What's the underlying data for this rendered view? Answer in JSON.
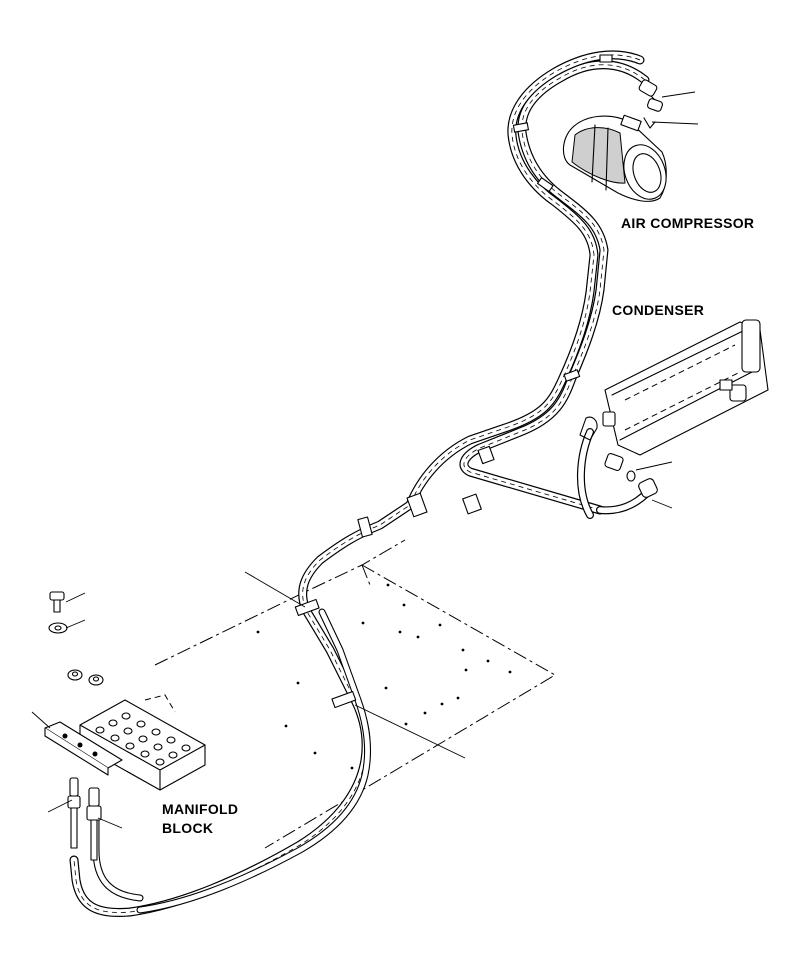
{
  "labels": {
    "air_compressor": "AIR COMPRESSOR",
    "condenser": "CONDENSER",
    "manifold_block_line1": "MANIFOLD",
    "manifold_block_line2": "BLOCK"
  }
}
